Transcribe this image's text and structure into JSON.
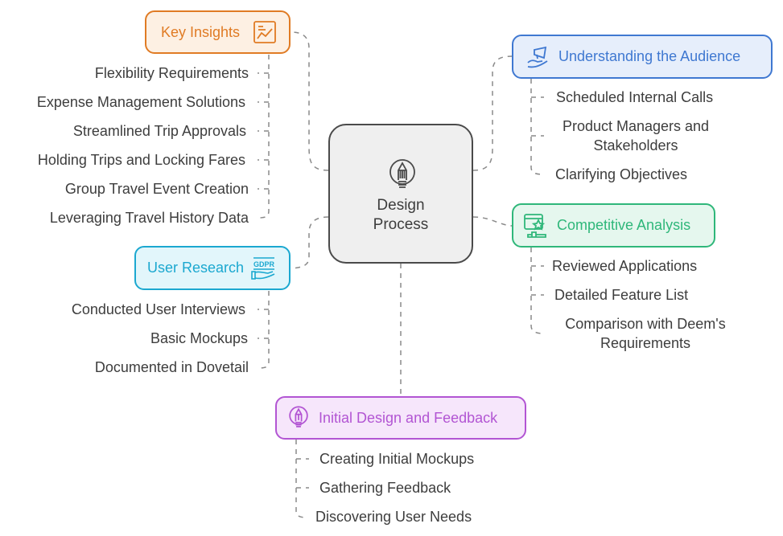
{
  "center": {
    "title_line1": "Design",
    "title_line2": "Process",
    "icon": "lightbulb-pencil-icon"
  },
  "branches": {
    "key_insights": {
      "label": "Key Insights",
      "icon": "chart-document-icon",
      "color": "#e07b24",
      "fill": "#fdf0e3",
      "items": [
        "Flexibility Requirements",
        "Expense Management Solutions",
        "Streamlined Trip Approvals",
        "Holding Trips and Locking Fares",
        "Group Travel Event Creation",
        "Leveraging Travel History Data"
      ]
    },
    "understanding_audience": {
      "label": "Understanding the Audience",
      "icon": "megaphone-hand-icon",
      "color": "#3f78d1",
      "fill": "#e6eefb",
      "items": [
        "Scheduled Internal Calls",
        "Product Managers and Stakeholders",
        "Clarifying Objectives"
      ]
    },
    "competitive_analysis": {
      "label": "Competitive Analysis",
      "icon": "award-podium-icon",
      "color": "#2fb77a",
      "fill": "#e5f7ee",
      "items": [
        "Reviewed Applications",
        "Detailed Feature List",
        "Comparison with Deem's Requirements"
      ]
    },
    "user_research": {
      "label": "User Research",
      "icon": "gdpr-hand-icon",
      "color": "#1ba8d0",
      "fill": "#e2f6fb",
      "items": [
        "Conducted User Interviews",
        "Basic Mockups",
        "Documented in Dovetail"
      ]
    },
    "initial_design": {
      "label": "Initial Design and Feedback",
      "icon": "lightbulb-pencil-icon",
      "color": "#b255d3",
      "fill": "#f6e6fb",
      "items": [
        "Creating Initial Mockups",
        "Gathering Feedback",
        "Discovering User Needs"
      ]
    }
  }
}
